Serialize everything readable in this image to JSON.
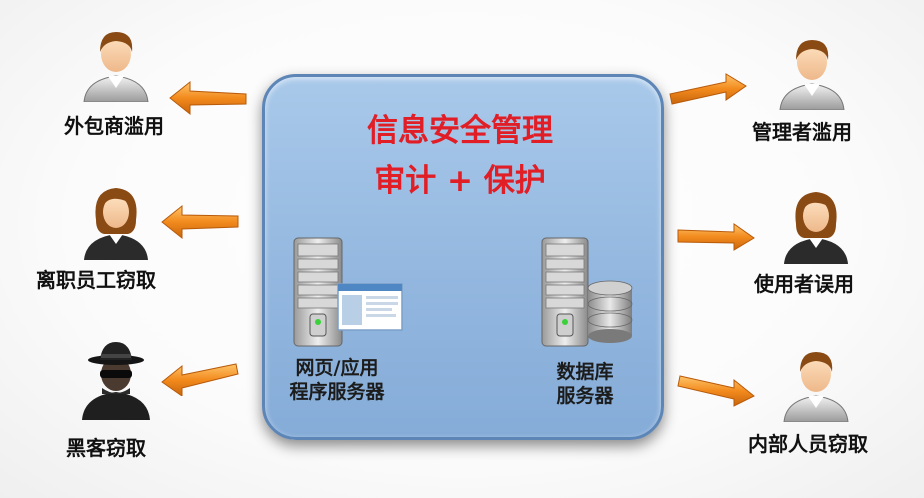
{
  "center": {
    "title_line1": "信息安全管理",
    "title_line2": "审计 + 保护",
    "web_server_label_line1": "网页/应用",
    "web_server_label_line2": "程序服务器",
    "db_server_label_line1": "数据库",
    "db_server_label_line2": "服务器"
  },
  "threats_left": [
    {
      "label": "外包商滥用",
      "icon": "man-icon"
    },
    {
      "label": "离职员工窃取",
      "icon": "woman-icon"
    },
    {
      "label": "黑客窃取",
      "icon": "hacker-icon"
    }
  ],
  "threats_right": [
    {
      "label": "管理者滥用",
      "icon": "man-icon"
    },
    {
      "label": "使用者误用",
      "icon": "woman-icon"
    },
    {
      "label": "内部人员窃取",
      "icon": "man-icon"
    }
  ],
  "colors": {
    "title": "#e11d26",
    "box_fill": "#93b7df",
    "box_border": "#5d86b7",
    "arrow": "#f28a1d"
  }
}
